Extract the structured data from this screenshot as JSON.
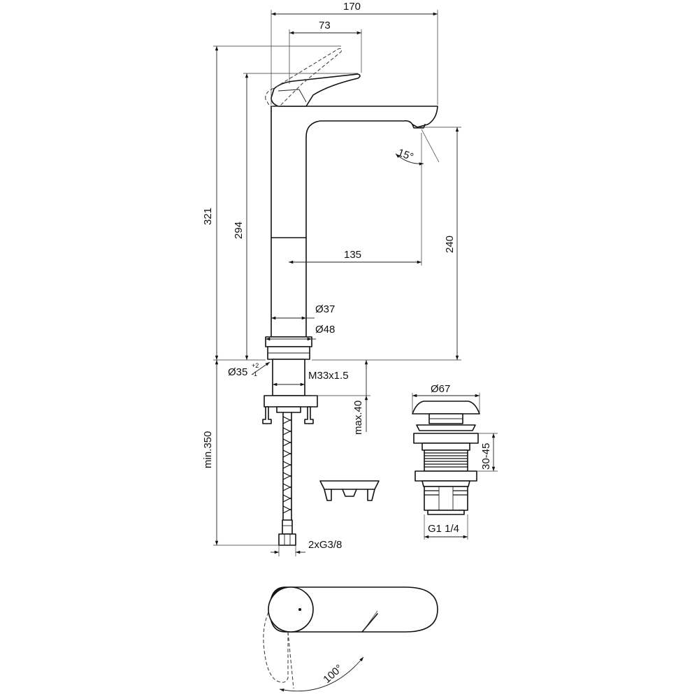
{
  "drawing": {
    "dimensions": {
      "overall_width": "170",
      "handle_offset": "73",
      "overall_height": "321",
      "handle_height": "294",
      "spout_height": "240",
      "spout_reach": "135",
      "tilt_angle": "15°",
      "body_diameter": "Ø37",
      "base_diameter": "Ø48",
      "hole_diameter": "Ø35",
      "hole_tol_plus": "+2",
      "hole_tol_minus": "-1",
      "thread": "M33x1.5",
      "max_thickness": "max.40",
      "hose_length": "min.350",
      "connection": "2xG3/8",
      "waste_diameter": "Ø67",
      "waste_range": "30-45",
      "waste_thread": "G1 1/4",
      "rotation_angle": "100°"
    }
  }
}
